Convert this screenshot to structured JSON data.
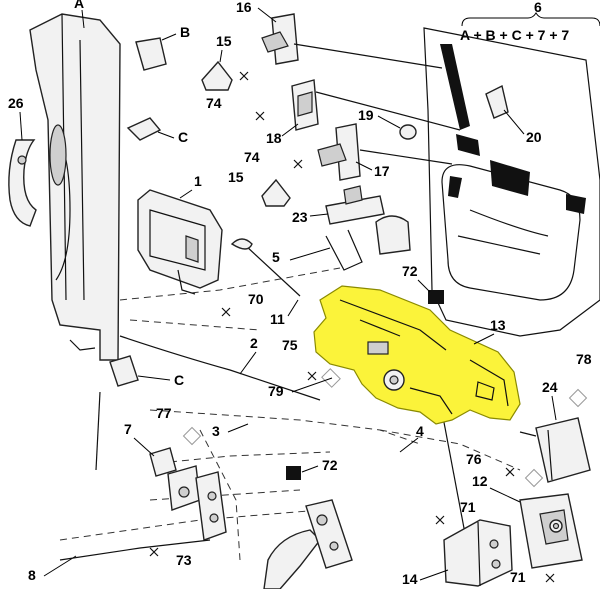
{
  "header": {
    "number": "6",
    "formula": "A + B + C + 7 + 7"
  },
  "labels": {
    "A": "A",
    "B": "B",
    "C_top": "C",
    "C_bottom": "C",
    "l1": "1",
    "l2": "2",
    "l3": "3",
    "l4": "4",
    "l5": "5",
    "l7": "7",
    "l8": "8",
    "l11": "11",
    "l12": "12",
    "l13": "13",
    "l14": "14",
    "l15a": "15",
    "l15b": "15",
    "l16": "16",
    "l17": "17",
    "l18": "18",
    "l19": "19",
    "l20": "20",
    "l23": "23",
    "l24": "24",
    "l26": "26",
    "l70": "70",
    "l71a": "71",
    "l71b": "71",
    "l72a": "72",
    "l72b": "72",
    "l73": "73",
    "l74a": "74",
    "l74b": "74",
    "l75": "75",
    "l76": "76",
    "l77": "77",
    "l78": "78",
    "l79": "79"
  },
  "colors": {
    "highlight": "#fbf33a",
    "ink": "#111111",
    "paper": "#ffffff"
  }
}
